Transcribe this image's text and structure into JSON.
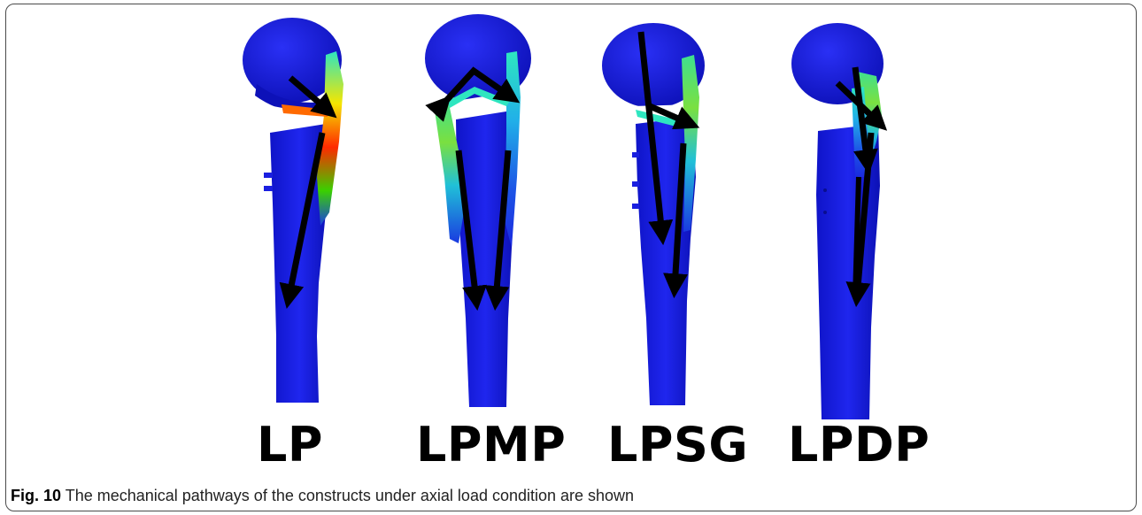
{
  "figure": {
    "panels": [
      {
        "id": "lp",
        "label": "LP"
      },
      {
        "id": "lpmp",
        "label": "LPMP"
      },
      {
        "id": "lpsg",
        "label": "LPSG"
      },
      {
        "id": "lpdp",
        "label": "LPDP"
      }
    ],
    "colors": {
      "bone": "#1a1fe0",
      "bone_dark": "#0d10b8",
      "arrow": "#000000",
      "stress_high": "#ff2a00",
      "stress_mid": "#f5e600",
      "stress_low": "#2ee6c0"
    }
  },
  "caption": {
    "figure_number": "Fig. 10",
    "text": "The mechanical pathways of the constructs under axial load condition are shown"
  }
}
